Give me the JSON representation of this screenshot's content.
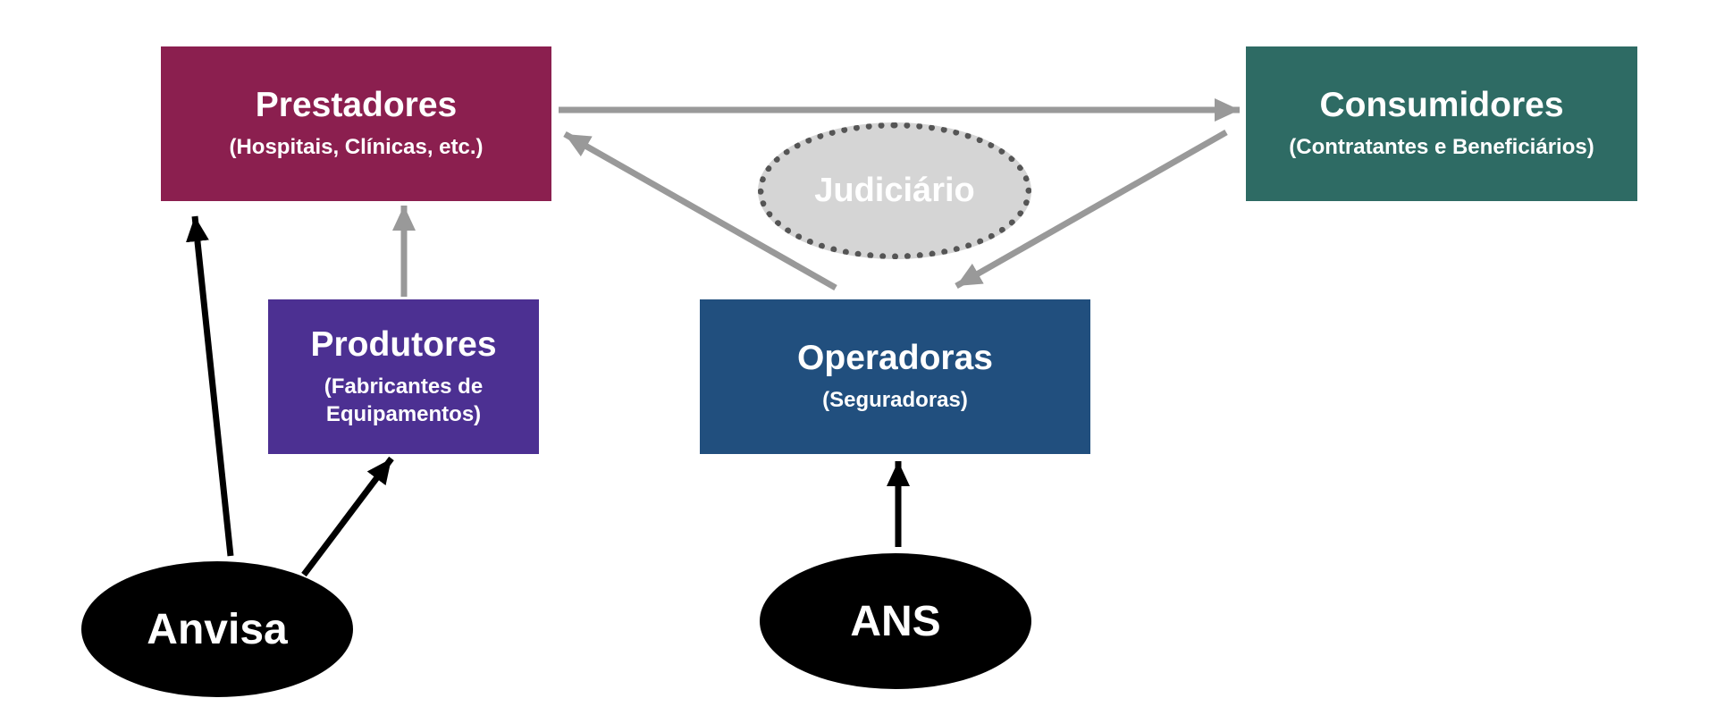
{
  "colors": {
    "prestadores": "#8b1f4f",
    "consumidores": "#2e6b64",
    "produtores": "#4c3092",
    "operadoras": "#214f7e",
    "gray_arrow": "#999999",
    "black_arrow": "#000000"
  },
  "nodes": {
    "prestadores": {
      "title": "Prestadores",
      "subtitle": "(Hospitais, Clínicas, etc.)"
    },
    "consumidores": {
      "title": "Consumidores",
      "subtitle": "(Contratantes e Beneficiários)"
    },
    "produtores": {
      "title": "Produtores",
      "subtitle": "(Fabricantes de Equipamentos)"
    },
    "operadoras": {
      "title": "Operadoras",
      "subtitle": "(Seguradoras)"
    },
    "judiciario": {
      "label": "Judiciário"
    },
    "anvisa": {
      "label": "Anvisa"
    },
    "ans": {
      "label": "ANS"
    }
  },
  "edges": [
    {
      "from": "prestadores",
      "to": "consumidores",
      "style": "gray"
    },
    {
      "from": "consumidores",
      "to": "operadoras",
      "style": "gray"
    },
    {
      "from": "operadoras",
      "to": "prestadores",
      "style": "gray"
    },
    {
      "from": "produtores",
      "to": "prestadores",
      "style": "gray"
    },
    {
      "from": "anvisa",
      "to": "prestadores",
      "style": "black"
    },
    {
      "from": "anvisa",
      "to": "produtores",
      "style": "black"
    },
    {
      "from": "ans",
      "to": "operadoras",
      "style": "black"
    }
  ]
}
